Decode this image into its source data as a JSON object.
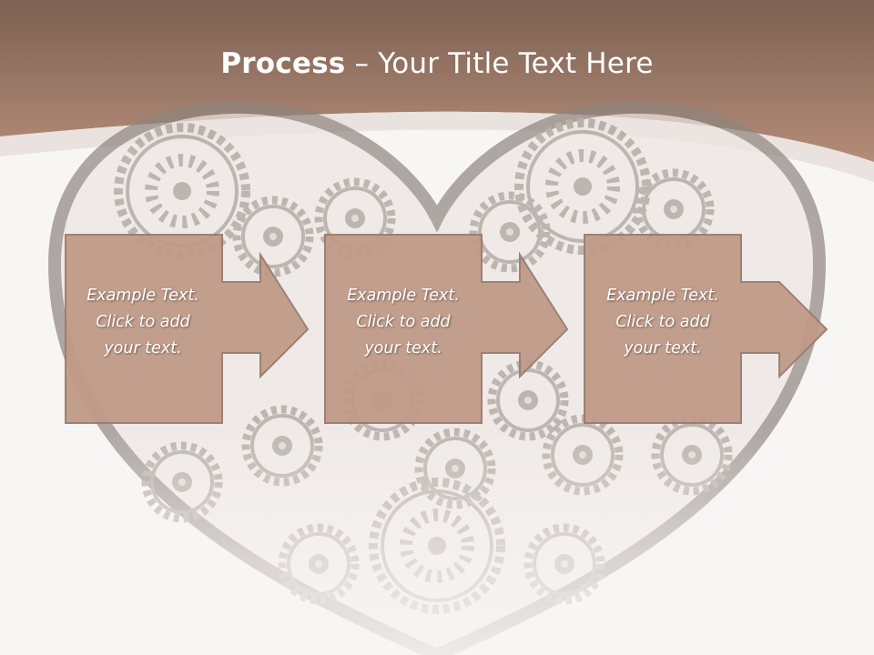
{
  "slide": {
    "title_bold": "Process",
    "title_rest": " – Your Title Text Here",
    "steps": [
      {
        "line1": "Example Text.",
        "line2": "Click  to add",
        "line3": "your text."
      },
      {
        "line1": "Example Text.",
        "line2": "Click  to add",
        "line3": "your text."
      },
      {
        "line1": "Example Text.",
        "line2": "Click  to add",
        "line3": "your text."
      }
    ]
  },
  "colors": {
    "header_top": "#7d6152",
    "header_bottom": "#b48c78",
    "box_fill": "#c09a88",
    "box_border": "#9a7b6d",
    "gear": "#a59b94"
  },
  "icons": [
    "heart-gears-image",
    "arrow-right-icon"
  ]
}
